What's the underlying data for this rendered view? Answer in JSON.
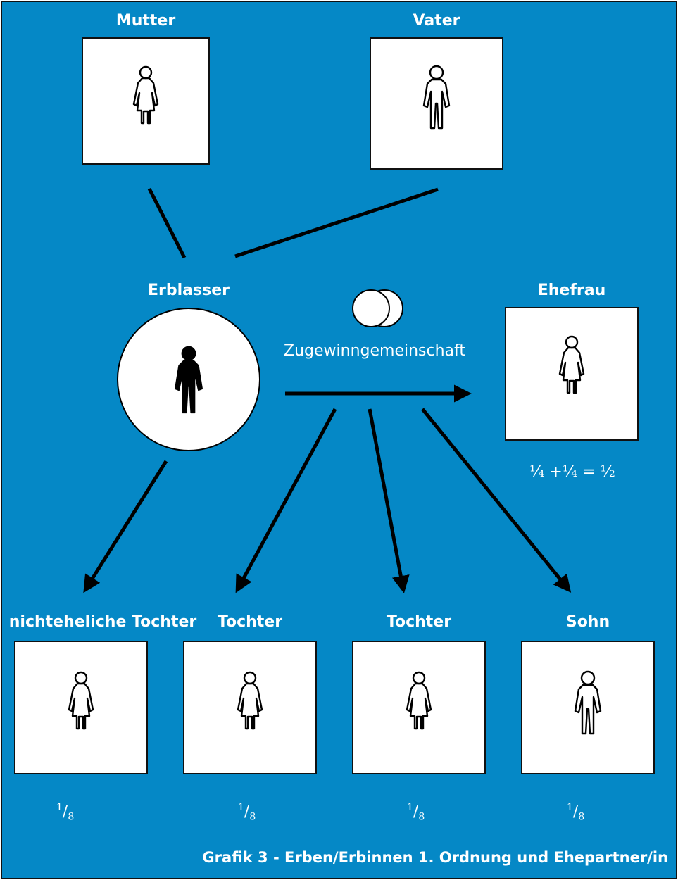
{
  "colors": {
    "background": "#0588c6",
    "box": "#ffffff",
    "line": "#000000",
    "text": "#ffffff"
  },
  "parents": {
    "mother": {
      "label": "Mutter",
      "icon": "female-outline-icon"
    },
    "father": {
      "label": "Vater",
      "icon": "male-outline-icon"
    }
  },
  "deceased": {
    "label": "Erblasser",
    "icon": "male-filled-icon"
  },
  "spouse": {
    "label": "Ehefrau",
    "icon": "female-outline-icon",
    "share": "¼ +¼ = ½"
  },
  "marriage": {
    "label": "Zugewinngemeinschaft",
    "icon": "rings-icon"
  },
  "children": [
    {
      "label": "nichteheliche Tochter",
      "icon": "female-outline-icon",
      "share_num": "1",
      "share_den": "8"
    },
    {
      "label": "Tochter",
      "icon": "female-outline-icon",
      "share_num": "1",
      "share_den": "8"
    },
    {
      "label": "Tochter",
      "icon": "female-outline-icon",
      "share_num": "1",
      "share_den": "8"
    },
    {
      "label": "Sohn",
      "icon": "male-outline-icon",
      "share_num": "1",
      "share_den": "8"
    }
  ],
  "caption": "Grafik 3 - Erben/Erbinnen 1. Ordnung und Ehepartner/in"
}
